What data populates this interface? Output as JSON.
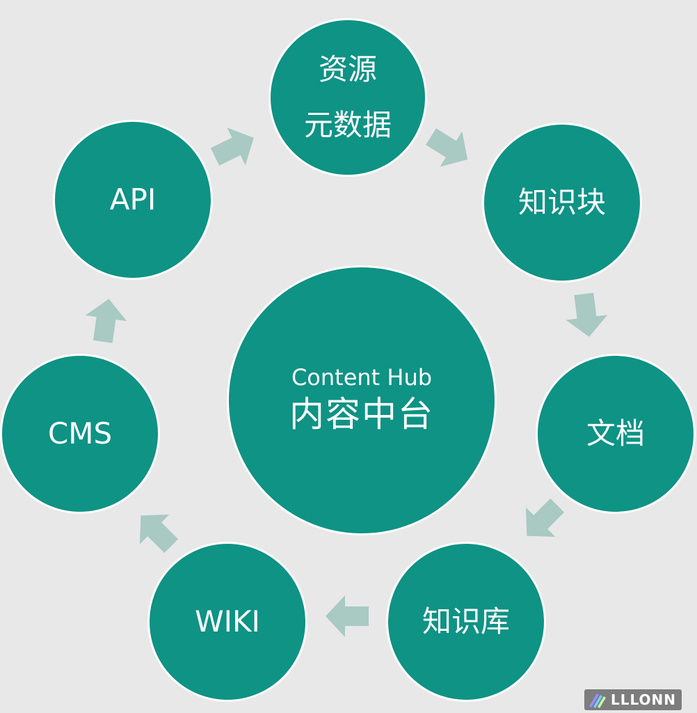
{
  "diagram": {
    "hub": {
      "en": "Content Hub",
      "zh": "内容中台"
    },
    "nodes": {
      "resource": [
        "资源",
        "元数据"
      ],
      "chunk": [
        "知识块"
      ],
      "doc": [
        "文档"
      ],
      "kb": [
        "知识库"
      ],
      "wiki": [
        "WIKI"
      ],
      "cms": [
        "CMS"
      ],
      "api": [
        "API"
      ]
    },
    "colors": {
      "node_fill": "#0e9385",
      "node_border": "#ffffff",
      "arrow_fill": "#a9c9c3",
      "background": "#e8e8e8"
    }
  },
  "watermark": {
    "text": "LLLONN",
    "icon": "brush-logo-icon"
  }
}
